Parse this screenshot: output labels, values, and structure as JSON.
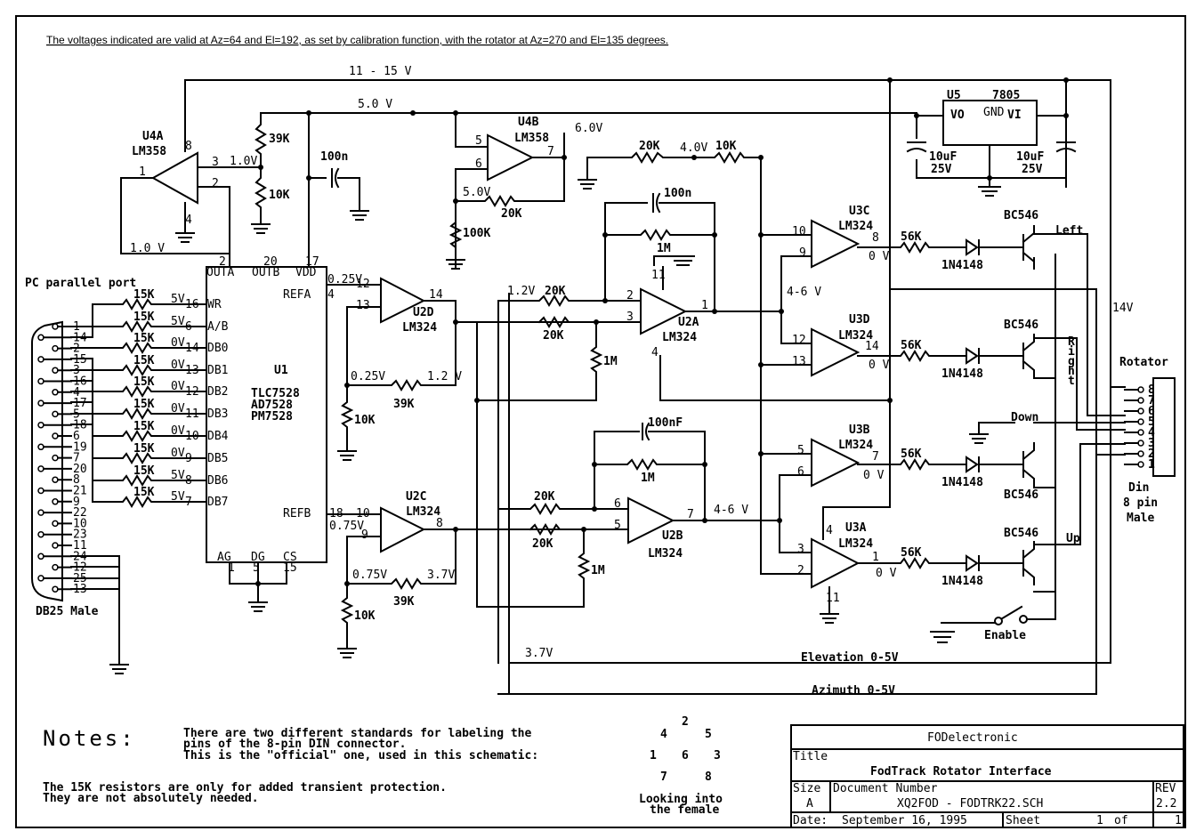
{
  "header_note": "The voltages indicated are valid at Az=64 and El=192, as set by calibration function, with the rotator at Az=270 and El=135 degrees.",
  "rails": {
    "supply": "11 - 15 V",
    "vcc": "5.0 V",
    "v14": "14V"
  },
  "regulator": {
    "ref": "U5",
    "part": "7805",
    "vo": "VO",
    "vi": "VI",
    "gnd": "GND",
    "cap_left": [
      "10uF",
      "25V"
    ],
    "cap_right": [
      "10uF",
      "25V"
    ]
  },
  "u4a": {
    "ref": "U4A",
    "part": "LM358",
    "pins": [
      "1",
      "2",
      "3",
      "4",
      "8"
    ],
    "v_in": "1.0V",
    "v_out": "1.0 V"
  },
  "u4b": {
    "ref": "U4B",
    "part": "LM358",
    "pins": [
      "5",
      "6",
      "7"
    ],
    "v_out": "6.0V",
    "v_ref": "5.0V"
  },
  "divider_top": {
    "r1": "39K",
    "r2": "10K",
    "cap": "100n"
  },
  "u4b_net": {
    "r_fb": "20K",
    "r_pd": "100K",
    "r_a": "20K",
    "r_b": "10K",
    "v_mid": "4.0V"
  },
  "u1": {
    "ref": "U1",
    "parts": [
      "TLC7528",
      "AD7528",
      "PM7528"
    ],
    "top_pins": [
      "OUTA",
      "OUTB",
      "VDD"
    ],
    "top_nums": [
      "2",
      "20",
      "17"
    ],
    "refa": "REFA",
    "refa_pin": "4",
    "refb": "REFB",
    "refb_pin": "18",
    "bottom_pins": [
      "AG",
      "DG",
      "CS"
    ],
    "bottom_nums": [
      "1",
      "5",
      "15"
    ],
    "left_pins": [
      "WR",
      "A/B",
      "DB0",
      "DB1",
      "DB2",
      "DB3",
      "DB4",
      "DB5",
      "DB6",
      "DB7"
    ],
    "left_nums": [
      "16",
      "6",
      "14",
      "13",
      "12",
      "11",
      "10",
      "9",
      "8",
      "7"
    ],
    "left_volts": [
      "5V",
      "5V",
      "0V",
      "0V",
      "0V",
      "0V",
      "0V",
      "0V",
      "5V",
      "5V"
    ]
  },
  "pc_port": {
    "title": "PC parallel port",
    "resistor": "15K",
    "connector": "DB25 Male",
    "pins": [
      "1",
      "14",
      "2",
      "15",
      "3",
      "16",
      "4",
      "17",
      "5",
      "18",
      "6",
      "19",
      "7",
      "20",
      "8",
      "21",
      "9",
      "22",
      "10",
      "23",
      "11",
      "24",
      "12",
      "25",
      "13"
    ]
  },
  "u2d": {
    "ref": "U2D",
    "part": "LM324",
    "pins": [
      "12",
      "13",
      "14"
    ],
    "v_in": "0.25V",
    "v_fb": "0.25V",
    "v_out": "1.2 V",
    "r_fb": "39K",
    "r_g": "10K"
  },
  "u2c": {
    "ref": "U2C",
    "part": "LM324",
    "pins": [
      "10",
      "9",
      "8"
    ],
    "v_in": "0.75V",
    "v_fb": "0.75V",
    "v_out": "3.7V",
    "r_fb": "39K",
    "r_g": "10K"
  },
  "u2a": {
    "ref": "U2A",
    "part": "LM324",
    "pins": [
      "2",
      "3",
      "1",
      "11",
      "4"
    ],
    "v_in": "1.2V",
    "r_in1": "20K",
    "r_in2": "20K",
    "r_fb": "1M",
    "r_pd": "1M",
    "cap": "100n",
    "v_out": "4-6 V"
  },
  "u2b": {
    "ref": "U2B",
    "part": "LM324",
    "pins": [
      "6",
      "5",
      "7"
    ],
    "r_in1": "20K",
    "r_in2": "20K",
    "r_fb": "1M",
    "r_pd": "1M",
    "cap": "100nF",
    "v_out": "4-6 V"
  },
  "comparators": [
    {
      "ref": "U3C",
      "part": "LM324",
      "pins": [
        "10",
        "9",
        "8"
      ],
      "v": "0 V",
      "r": "56K",
      "diode": "1N4148",
      "tr": "BC546",
      "label": "Left"
    },
    {
      "ref": "U3D",
      "part": "LM324",
      "pins": [
        "12",
        "13",
        "14"
      ],
      "v": "0 V",
      "r": "56K",
      "diode": "1N4148",
      "tr": "BC546",
      "label": "Right"
    },
    {
      "ref": "U3B",
      "part": "LM324",
      "pins": [
        "5",
        "6",
        "7"
      ],
      "v": "0 V",
      "r": "56K",
      "diode": "1N4148",
      "tr": "BC546",
      "label": "Down"
    },
    {
      "ref": "U3A",
      "part": "LM324",
      "pins": [
        "3",
        "2",
        "1",
        "4",
        "11"
      ],
      "v": "0 V",
      "r": "56K",
      "diode": "1N4148",
      "tr": "BC546",
      "label": "Up"
    }
  ],
  "din": {
    "title": "Rotator",
    "pins": [
      "8",
      "7",
      "6",
      "5",
      "4",
      "3",
      "2",
      "1"
    ],
    "caption": [
      "Din",
      "8 pin",
      "Male"
    ]
  },
  "switch": {
    "label": "Enable"
  },
  "feedback": {
    "elevation": "Elevation 0-5V",
    "azimuth": "Azimuth 0-5V",
    "v": "3.7V"
  },
  "notes": {
    "title": "Notes:",
    "din_text": [
      "There are two different standards for labeling the",
      "pins of the 8-pin DIN connector.",
      "This is the \"official\" one, used in this schematic:"
    ],
    "resistor_text": [
      "The 15K resistors are only for added transient protection.",
      "They are not absolutely needed."
    ],
    "din_pins": [
      "2",
      "4",
      "5",
      "1",
      "6",
      "3",
      "7",
      "8"
    ],
    "din_caption": [
      "Looking into",
      "the female"
    ]
  },
  "title_block": {
    "company": "FODelectronic",
    "title_label": "Title",
    "title": "FodTrack Rotator Interface",
    "size_label": "Size",
    "size": "A",
    "doc_label": "Document Number",
    "doc": "XQ2FOD - FODTRK22.SCH",
    "rev_label": "REV",
    "rev": "2.2",
    "date_label": "Date:",
    "date": "September 16, 1995",
    "sheet_label": "Sheet",
    "sheet": "1",
    "of_label": "of",
    "of": "1"
  }
}
